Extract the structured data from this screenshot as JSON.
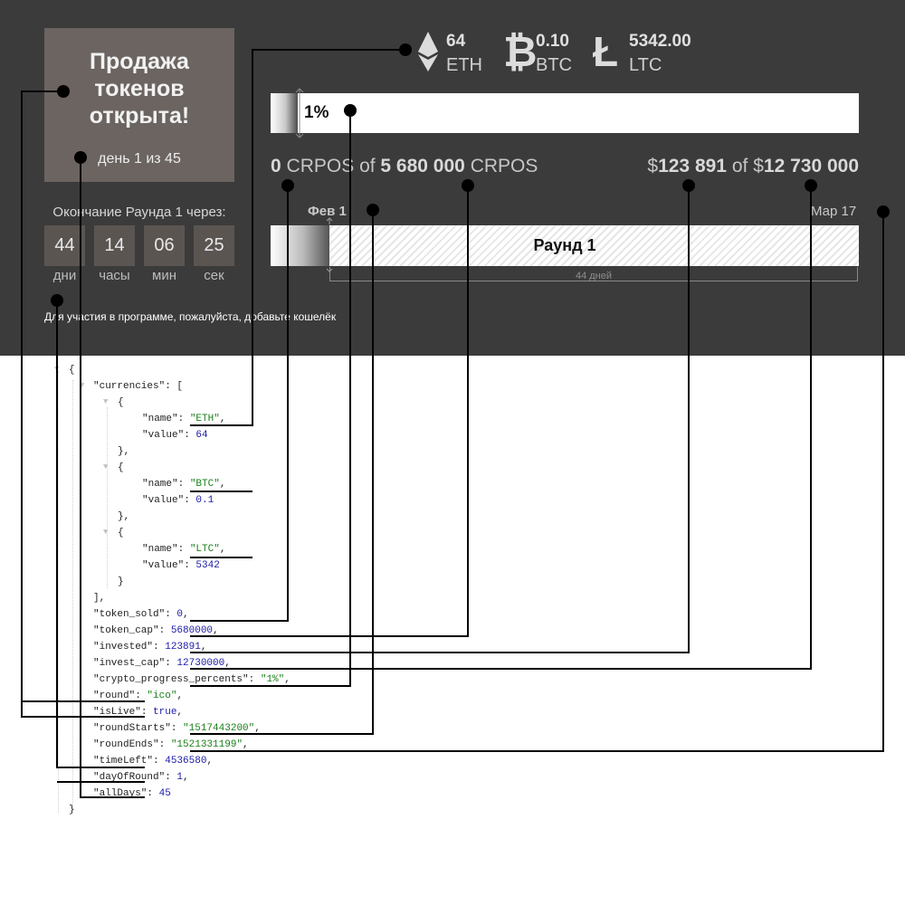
{
  "status": {
    "title_lines": [
      "Продажа",
      "токенов",
      "открыта!"
    ],
    "day_text": "день 1 из 45"
  },
  "countdown": {
    "label": "Окончание Раунда 1 через:",
    "units": [
      {
        "value": "44",
        "label": "дни"
      },
      {
        "value": "14",
        "label": "часы"
      },
      {
        "value": "06",
        "label": "мин"
      },
      {
        "value": "25",
        "label": "сек"
      }
    ]
  },
  "wallet_note": "Для участия в программе, пожалуйста, добавьте кошелёк",
  "currencies": [
    {
      "value": "64",
      "name": "ETH",
      "icon": "ethereum-icon"
    },
    {
      "value": "0.10",
      "name": "BTC",
      "icon": "bitcoin-icon"
    },
    {
      "value": "5342.00",
      "name": "LTC",
      "icon": "litecoin-icon"
    }
  ],
  "progress": {
    "text": "1%",
    "fraction": 0.01
  },
  "tokens": {
    "sold": "0",
    "unit": "CRPOS",
    "of": "of",
    "cap": "5 680 000"
  },
  "invest": {
    "currency": "$",
    "invested": "123 891",
    "of": "of",
    "cap": "12 730 000"
  },
  "round": {
    "start_label": "Фев 1",
    "end_label": "Мар 17",
    "name": "Раунд 1",
    "days_label": "44 дней",
    "elapsed_fraction": 0.1
  },
  "json_view": {
    "open": "{",
    "currencies_key": "\"currencies\"",
    "items": [
      {
        "name": "\"ETH\"",
        "value": "64"
      },
      {
        "name": "\"BTC\"",
        "value": "0.1"
      },
      {
        "name": "\"LTC\"",
        "value": "5342"
      }
    ],
    "fields": [
      {
        "key": "\"token_sold\"",
        "value": "0",
        "type": "n"
      },
      {
        "key": "\"token_cap\"",
        "value": "5680000",
        "type": "n"
      },
      {
        "key": "\"invested\"",
        "value": "123891",
        "type": "n"
      },
      {
        "key": "\"invest_cap\"",
        "value": "12730000",
        "type": "n"
      },
      {
        "key": "\"crypto_progress_percents\"",
        "value": "\"1%\"",
        "type": "s"
      },
      {
        "key": "\"round\"",
        "value": "\"ico\"",
        "type": "s"
      },
      {
        "key": "\"isLive\"",
        "value": "true",
        "type": "kw"
      },
      {
        "key": "\"roundStarts\"",
        "value": "\"1517443200\"",
        "type": "s"
      },
      {
        "key": "\"roundEnds\"",
        "value": "\"1521331199\"",
        "type": "s"
      },
      {
        "key": "\"timeLeft\"",
        "value": "4536580",
        "type": "n"
      },
      {
        "key": "\"dayOfRound\"",
        "value": "1",
        "type": "n"
      },
      {
        "key": "\"allDays\"",
        "value": "45",
        "type": "n"
      }
    ],
    "close": "}"
  }
}
